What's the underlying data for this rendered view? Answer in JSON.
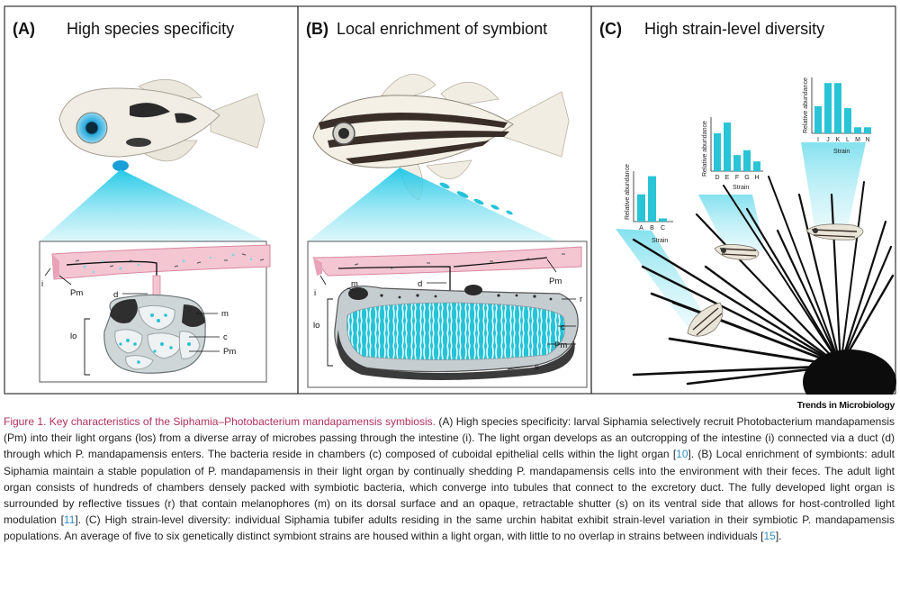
{
  "panels": [
    {
      "letter": "(A)",
      "title": "High species specificity",
      "labels": {
        "i": "i",
        "pm1": "Pm",
        "d": "d",
        "m": "m",
        "lo": "lo",
        "c": "c",
        "pm2": "Pm"
      }
    },
    {
      "letter": "(B)",
      "title": "Local enrichment of symbiont",
      "labels": {
        "i": "i",
        "m": "m",
        "d": "d",
        "pm1": "Pm",
        "r": "r",
        "lo": "lo",
        "c": "c",
        "pm2": "Pm",
        "s": "s"
      }
    },
    {
      "letter": "(C)",
      "title": "High strain-level diversity"
    }
  ],
  "chart_data": [
    {
      "type": "bar",
      "categories": [
        "A",
        "B",
        "C"
      ],
      "values": [
        0.6,
        1.0,
        0.07
      ],
      "xlabel": "Strain",
      "ylabel": "Relative abundance",
      "color": "#29c4d6"
    },
    {
      "type": "bar",
      "categories": [
        "D",
        "E",
        "F",
        "G",
        "H"
      ],
      "values": [
        0.78,
        1.0,
        0.33,
        0.43,
        0.2
      ],
      "xlabel": "Strain",
      "ylabel": "Relative abundance",
      "color": "#29c4d6"
    },
    {
      "type": "bar",
      "categories": [
        "I",
        "J",
        "K",
        "L",
        "M",
        "N"
      ],
      "values": [
        0.54,
        1.0,
        1.0,
        0.5,
        0.12,
        0.12
      ],
      "xlabel": "Strain",
      "ylabel": "Relative abundance",
      "color": "#29c4d6"
    }
  ],
  "journal": "Trends in Microbiology",
  "caption": {
    "title": "Figure 1. Key characteristics of the Siphamia–Photobacterium mandapamensis symbiosis.",
    "body1": " (A) High species specificity: larval Siphamia selectively recruit Photobacterium mandapamensis (Pm) into their light organs (los) from a diverse array of microbes passing through the intestine (i). The light organ develops as an outcropping of the intestine (i) connected via a duct (d) through which P. mandapamensis enters. The bacteria reside in chambers (c) composed of cuboidal epithelial cells within the light organ [",
    "ref1": "10",
    "body2": "]. (B) Local enrichment of symbionts: adult Siphamia maintain a stable population of P. mandapamensis in their light organ by continually shedding P. mandapamensis cells into the environment with their feces. The adult light organ consists of hundreds of chambers densely packed with symbiotic bacteria, which converge into tubules that connect to the excretory duct. The fully developed light organ is surrounded by reflective tissues (r) that contain melanophores (m) on its dorsal surface and an opaque, retractable shutter (s) on its ventral side that allows for host-controlled light modulation [",
    "ref2": "11",
    "body3": "]. (C) High strain-level diversity: individual Siphamia tubifer adults residing in the same urchin habitat exhibit strain-level variation in their symbiotic P. mandapamensis populations. An average of five to six genetically distinct symbiont strains are housed within a light organ, with little to no overlap in strains between individuals [",
    "ref3": "15",
    "body4": "]."
  },
  "colors": {
    "accent": "#b0305a",
    "bar": "#29c4d6",
    "ref": "#2e8fc0"
  }
}
